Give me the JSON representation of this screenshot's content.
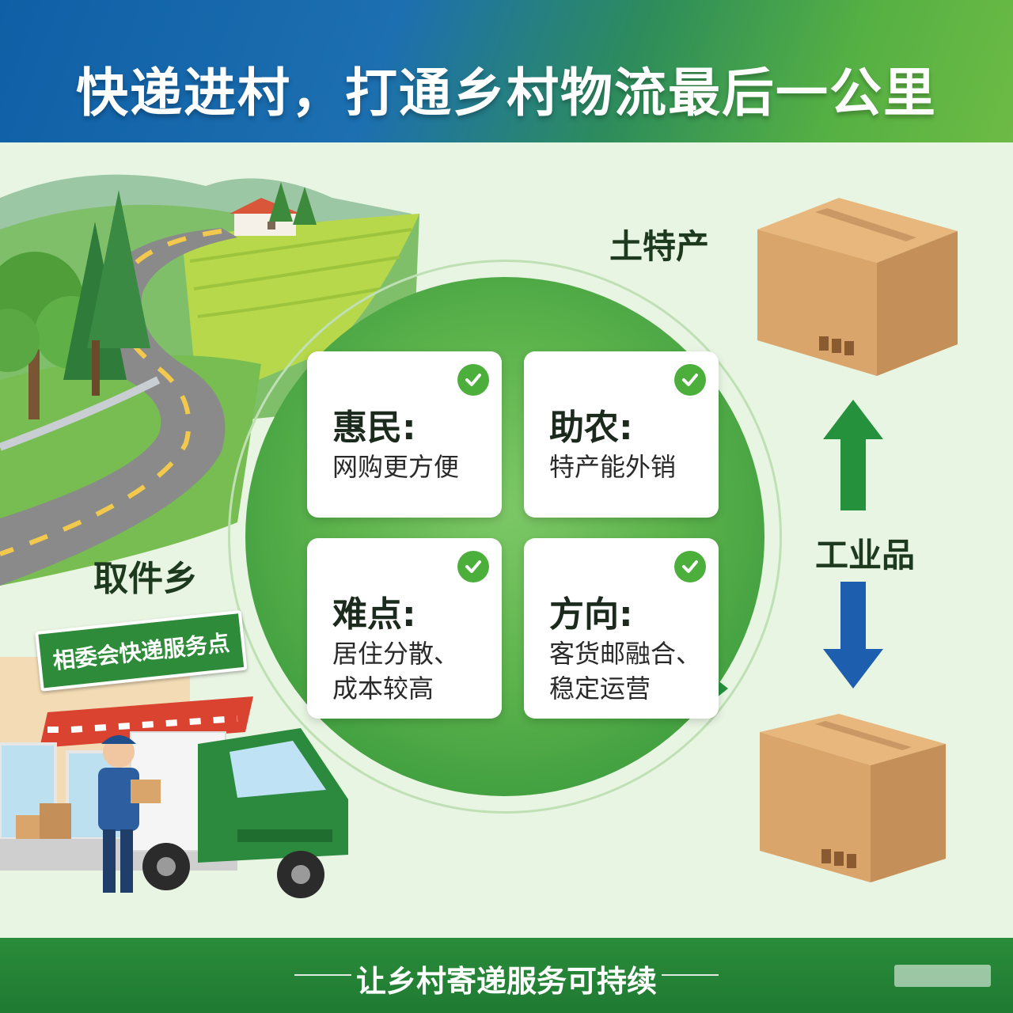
{
  "header": {
    "title": "快递进村，打通乡村物流最后一公里"
  },
  "cards": [
    {
      "title": "惠民:",
      "body": "网购更方便"
    },
    {
      "title": "助农:",
      "body": "特产能外销"
    },
    {
      "title": "难点:",
      "body": "居住分散、成本较高"
    },
    {
      "title": "方向:",
      "body": "客货邮融合、稳定运营"
    }
  ],
  "labels": {
    "left_label": "取件乡",
    "top_right_label": "土特产",
    "mid_right_label": "工业品"
  },
  "shop": {
    "sign": "相委会快递服务点"
  },
  "footer": {
    "slogan": "让乡村寄递服务可持续"
  },
  "icons": [
    "check-icon",
    "arrow-up-icon",
    "arrow-down-icon",
    "arrow-left-right-icon",
    "box-icon",
    "truck-icon",
    "courier-icon",
    "road-icon",
    "house-icon",
    "tree-icon"
  ],
  "colors": {
    "header_blue": "#0f5fa6",
    "header_green": "#6dbb45",
    "accent_green": "#2e8b3a",
    "arrow_green": "#25913c",
    "arrow_blue": "#1d5fae",
    "box_brown": "#d9a56a",
    "check_green": "#4caf3c"
  }
}
